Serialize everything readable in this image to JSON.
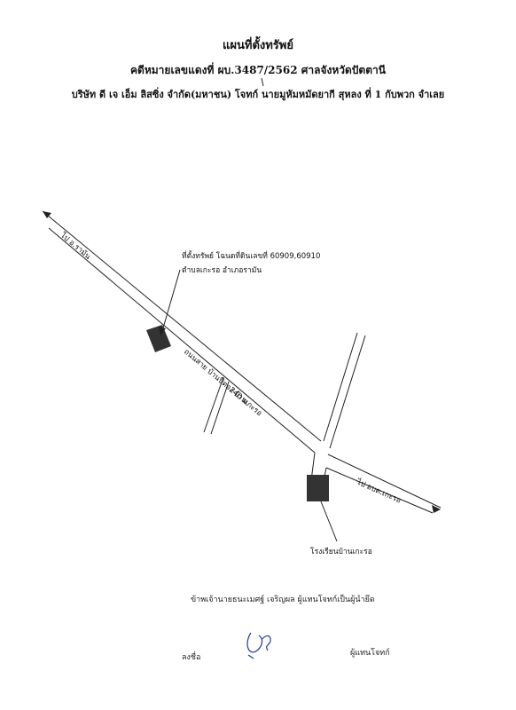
{
  "header": {
    "title": "แผนที่ตั้งทรัพย์",
    "case_line": "คดีหมายเลขแดงที่ ผบ.3487/2562  ศาลจังหวัดปัตตานี",
    "parties_line": "บริษัท ดี เจ เอ็ม ลิสซิ่ง จำกัด(มหาชน) โจทก์ นายมูหัมหมัดยากี สุหลง ที่ 1 กับพวก จำเลย"
  },
  "map": {
    "road_to_raman": "ไป อ.รามัน",
    "road_name": "ถนนสาย บ้านปีตอง-บ้านเกะรอ",
    "distance": "240 ม.",
    "road_to_kero": "ไป อบต.เกะรอ",
    "property_label_line1": "ที่ตั้งทรัพย์ โฉนดที่ดินเลขที่ 60909,60910",
    "property_label_line2": "ตำบลเกะรอ อำเภอรามัน",
    "school_label": "โรงเรียนบ้านเกะรอ"
  },
  "footer": {
    "declaration": "ข้าพเจ้านายธนะเมศฐ์ เจริญผล ผู้แทนโจทก์เป็นผู้นำยึด",
    "sign_label": "ลงชื่อ",
    "role_label": "ผู้แทนโจทก์"
  }
}
